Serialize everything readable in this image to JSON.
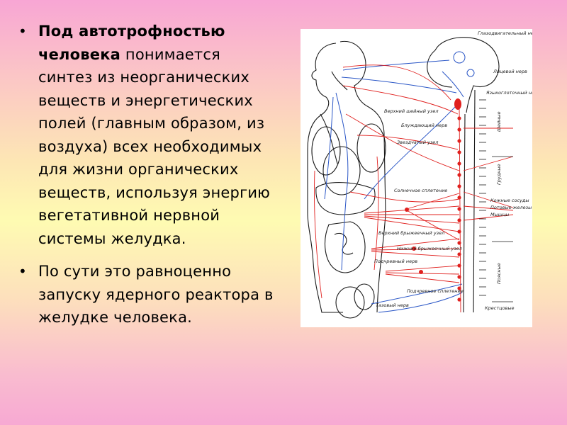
{
  "bullets": [
    {
      "bold": "Под автотрофностью человека",
      "text": " понимается синтез из неорганических веществ и энергетических полей (главным образом, из воздуха) всех необходимых для жизни органических веществ, используя энергию вегетативной нервной системы желудка."
    },
    {
      "bold": "",
      "text": "По сути это равноценно запуску ядерного реактора в желудке человека."
    }
  ],
  "figure": {
    "labels": {
      "oculomotor": "Глазодвигательный нерв",
      "facial": "Лицевой нерв",
      "glossopharyngeal": "Языкоглоточный нерв",
      "superior_cervical": "Верхний шейный узел",
      "vagus": "Блуждающий нерв",
      "stellate": "Звездчатый узел",
      "solar_plexus": "Солнечное сплетение",
      "superior_mesenteric": "Верхний брыжеечный узел",
      "inferior_mesenteric": "Нижний брыжеечный узел",
      "hypogastric": "Подчревный нерв",
      "hypogastric2": "Подчревное сплетение",
      "pelvic": "Тазовый нерв",
      "skin_vessels": "Кожные сосуды",
      "sweat_glands": "Потовые железы",
      "muscles": "Мышцы",
      "cervical": "Шейные",
      "thoracic": "Грудные",
      "lumbar": "Поясные",
      "sacral": "Крестцовые"
    },
    "colors": {
      "sympathetic": "#e0201e",
      "parasympathetic": "#2a56c6",
      "outline": "#1a1a1a"
    }
  }
}
